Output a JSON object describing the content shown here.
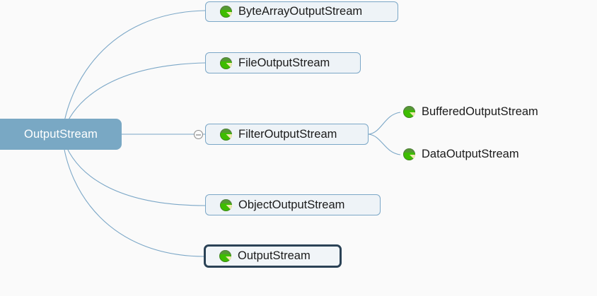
{
  "canvas": {
    "background": "#fafafa",
    "edge_color": "#7ba7c7",
    "accent_root": "#79a8c4",
    "node_fill": "#eef3f7",
    "node_border": "#7ba7c7",
    "selected_border": "#2b4256",
    "icon_color": "#3ebd00",
    "text_color": "#1b1b1b"
  },
  "root": {
    "label": "OutputStream",
    "icon": "none"
  },
  "nodes": [
    {
      "label": "ByteArrayOutputStream",
      "icon": "java-class-icon",
      "boxed": true,
      "selected": false
    },
    {
      "label": "FileOutputStream",
      "icon": "java-class-icon",
      "boxed": true,
      "selected": false
    },
    {
      "label": "FilterOutputStream",
      "icon": "java-class-icon",
      "boxed": true,
      "selected": false
    },
    {
      "label": "BufferedOutputStream",
      "icon": "java-class-icon",
      "boxed": false,
      "selected": false
    },
    {
      "label": "DataOutputStream",
      "icon": "java-class-icon",
      "boxed": false,
      "selected": false
    },
    {
      "label": "ObjectOutputStream",
      "icon": "java-class-icon",
      "boxed": true,
      "selected": false
    },
    {
      "label": "OutputStream",
      "icon": "java-class-icon",
      "boxed": true,
      "selected": true
    }
  ],
  "toggles": [
    {
      "name": "collapse-toggle-filteroutputstream",
      "state": "expanded",
      "glyph": "minus"
    }
  ]
}
